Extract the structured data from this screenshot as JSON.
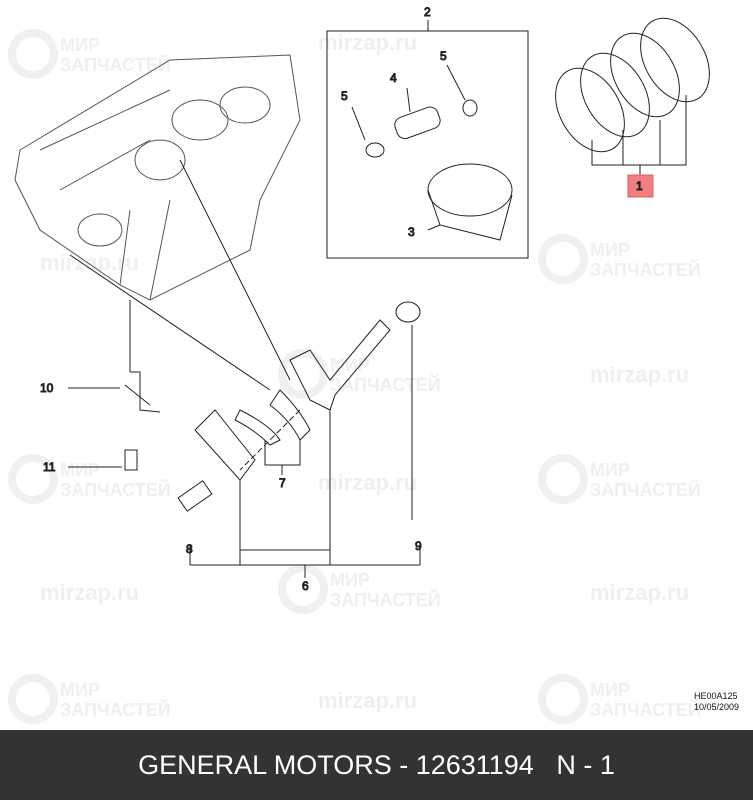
{
  "watermark": {
    "line1": "МИР",
    "line2": "ЗАПЧАСТЕЙ",
    "url": "mirzap.ru"
  },
  "callouts": [
    "1",
    "2",
    "3",
    "4",
    "5",
    "5",
    "6",
    "7",
    "8",
    "9",
    "10",
    "11"
  ],
  "drawing_ref": {
    "code": "HE00A125",
    "date": "10/05/2009"
  },
  "footer": {
    "brand": "GENERAL MOTORS",
    "part_number": "12631194",
    "label": "GENERAL MOTORS - 12631194   N - 1"
  },
  "colors": {
    "highlight": "#f08080",
    "footer_bg": "#333333"
  }
}
